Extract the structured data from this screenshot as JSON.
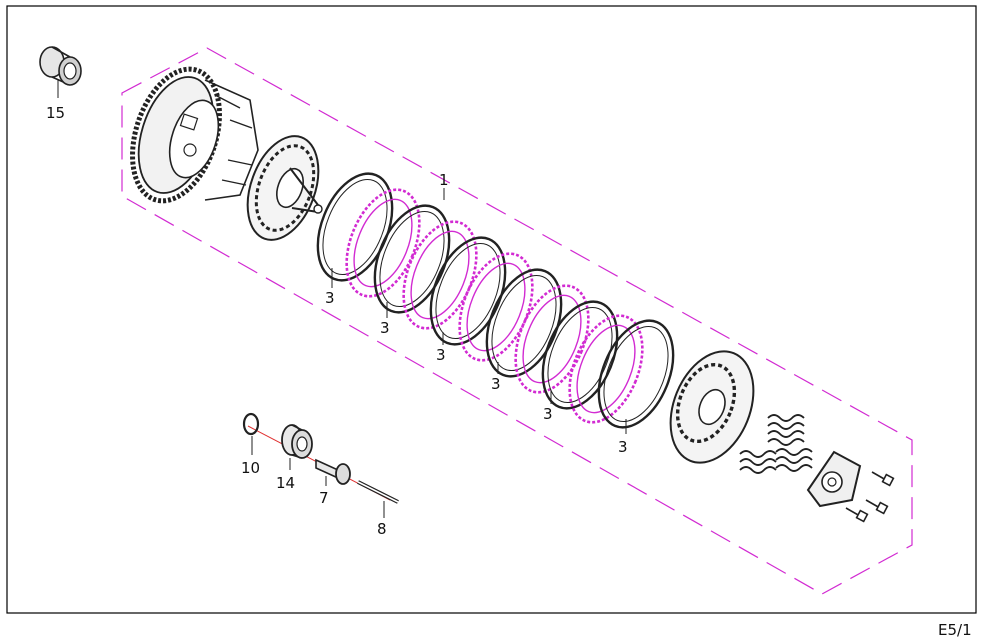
{
  "diagram": {
    "sheet_ref": "E5/1",
    "callouts": {
      "c1": "1",
      "c3": "3",
      "c7": "7",
      "c8": "8",
      "c10": "10",
      "c14": "14",
      "c15": "15"
    },
    "colors": {
      "frame": "#000000",
      "dash_outline": "#d22bd2",
      "friction_plate": "#d22bd2",
      "parts": "#222222",
      "axis_line": "#e03030"
    }
  }
}
